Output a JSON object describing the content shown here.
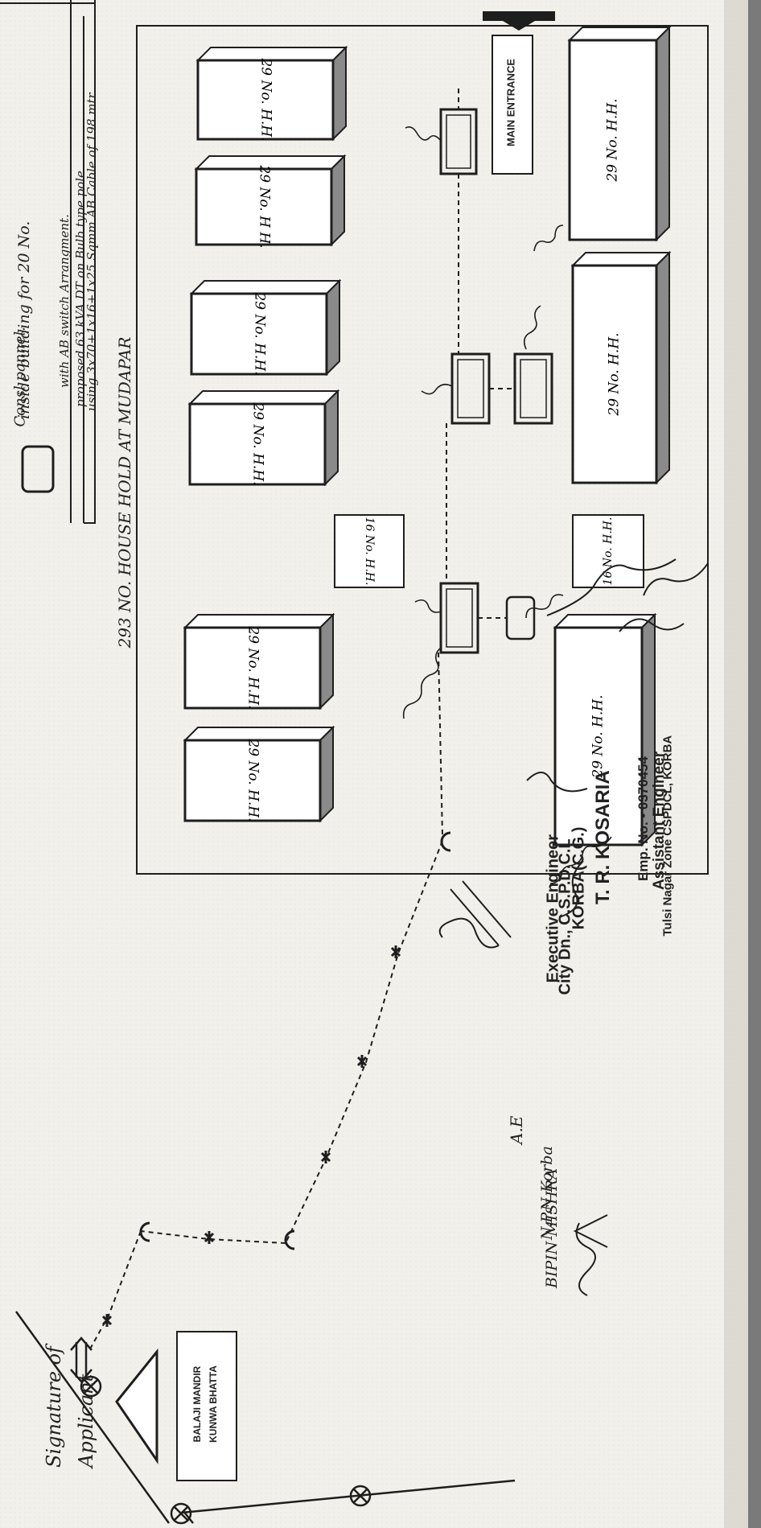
{
  "legend": {
    "line1": "inside building for 20 No.",
    "line2": "Consl pannel.",
    "desc1": "using 3x70+1x16+1x25 Sqmm AB Cable of 198 mtr",
    "desc2": "proposed 63 kVA DT on Bulb type pole",
    "desc3": "with AB switch Arrangment."
  },
  "title": "293 NO. HOUSE HOLD AT MUDAPAR",
  "entrance": "MAIN ENTRANCE",
  "buildings": {
    "b1": "29 No. H.H.",
    "b2": "29 No. H H.",
    "b3": "29 No. H.H.",
    "b4": "29 No. H.H.",
    "b5": "29 No. H.H.",
    "b6": "29 No. H.H.",
    "b7": "29 No. H.H.",
    "b8": "29 No. H.H.",
    "b9": "29 No. H.H.",
    "s1": "16 No. H.H.",
    "s2": "16 No. H.H."
  },
  "landmark": {
    "line1": "BALAJI MANDIR",
    "line2": "KUNWA BHATTA"
  },
  "exec": {
    "line1": "Executive Engineer",
    "line2": "City Dn., C.S.P.D.C.L",
    "line3": "KORBA(C.G.)"
  },
  "assistant": {
    "name": "T. R. KOSARIA",
    "emp": "Emp. No. - 0370454",
    "title": "Assistant Engineer",
    "zone": "Tulsi Nagar Zone CSPDCL, KORBA"
  },
  "mishra": {
    "line1": "BIPIN MISHRA",
    "line2": "A.E",
    "line3": "N.P.N Korba"
  },
  "applicant": {
    "line1": "Signature of",
    "line2": "Applicant"
  },
  "colors": {
    "ink": "#1e1e1e",
    "paper": "#f2f0ea",
    "shade": "#8a8a8a"
  }
}
